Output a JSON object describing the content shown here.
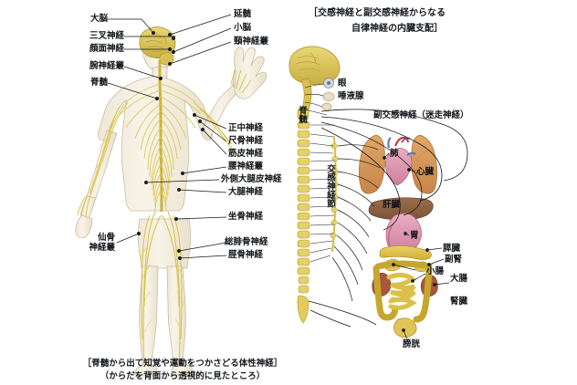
{
  "page": {
    "title": "神経系の解剖図",
    "background": "#ffffff"
  },
  "left_figure": {
    "name": "somatic-nervous-system-figure",
    "caption_line1": "［脊髄から出て知覚や運動をつかさどる体性神経］",
    "caption_line2": "（からだを背面から透視的に見たところ）",
    "labels_left": [
      {
        "id": "cerebrum",
        "text": "大脳"
      },
      {
        "id": "trigeminal-nerve",
        "text": "三叉神経"
      },
      {
        "id": "facial-nerve",
        "text": "顔面神経"
      },
      {
        "id": "brachial-plexus",
        "text": "腕神経叢"
      },
      {
        "id": "spinal-cord",
        "text": "脊髄"
      },
      {
        "id": "sacral-plexus",
        "text": "仙骨\n神経叢"
      }
    ],
    "labels_right": [
      {
        "id": "medulla-oblongata",
        "text": "延髄"
      },
      {
        "id": "cerebellum",
        "text": "小脳"
      },
      {
        "id": "cervical-plexus",
        "text": "頸神経叢"
      },
      {
        "id": "median-nerve",
        "text": "正中神経"
      },
      {
        "id": "ulnar-nerve",
        "text": "尺骨神経"
      },
      {
        "id": "musculocutaneous-nerve",
        "text": "筋皮神経"
      },
      {
        "id": "lumbar-plexus",
        "text": "腰神経叢"
      },
      {
        "id": "lateral-femoral-cutaneous-nerve",
        "text": "外側大腿皮神経"
      },
      {
        "id": "femoral-nerve",
        "text": "大腿神経"
      },
      {
        "id": "sciatic-nerve",
        "text": "坐骨神経"
      },
      {
        "id": "common-peroneal-nerve",
        "text": "総腓骨神経"
      },
      {
        "id": "tibial-nerve",
        "text": "脛骨神経"
      }
    ]
  },
  "right_figure": {
    "name": "autonomic-nervous-system-figure",
    "header_line1": "［交感神経と副交感神経からなる",
    "header_line2": "自律神経の内臓支配］",
    "labels": [
      {
        "id": "eye",
        "text": "眼"
      },
      {
        "id": "salivary-gland",
        "text": "唾液腺"
      },
      {
        "id": "spinal-cord",
        "text": "脊髄"
      },
      {
        "id": "parasympathetic-vagus-nerve",
        "text": "副交感神経（迷走神経）"
      },
      {
        "id": "sympathetic-ganglion",
        "text": "交感神経節"
      },
      {
        "id": "lung",
        "text": "肺"
      },
      {
        "id": "heart",
        "text": "心臓"
      },
      {
        "id": "liver",
        "text": "肝臓"
      },
      {
        "id": "stomach",
        "text": "胃"
      },
      {
        "id": "pancreas",
        "text": "膵臓"
      },
      {
        "id": "adrenal-gland",
        "text": "副腎"
      },
      {
        "id": "small-intestine",
        "text": "小腸"
      },
      {
        "id": "large-intestine",
        "text": "大腸"
      },
      {
        "id": "kidney",
        "text": "腎臓"
      },
      {
        "id": "bladder",
        "text": "膀胱"
      }
    ]
  },
  "colors": {
    "skin": "#f6f1e4",
    "skin_outline": "#c9bfa4",
    "nerve_yellow": "#e8d85e",
    "nerve_dark": "#b8a230",
    "brain_ochre": "#ddc25a",
    "lung_tan": "#d79a5c",
    "heart_pink": "#d36a78",
    "liver_brown": "#8a6243",
    "stomach_pink": "#e2a2b8",
    "intestine_gold": "#e3c44a",
    "kidney_red": "#a8563c",
    "leader_line": "#16181c",
    "text": "#15191d"
  }
}
